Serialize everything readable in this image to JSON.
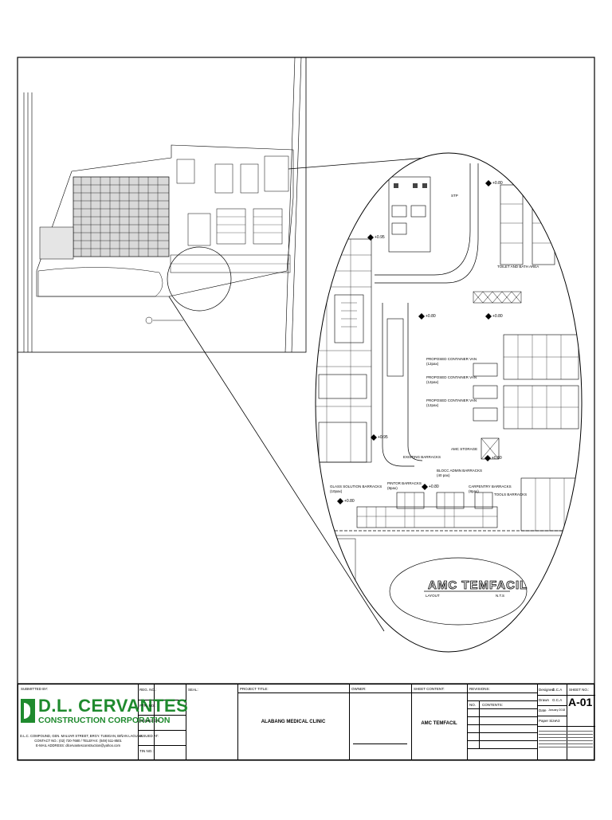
{
  "drawing": {
    "callout_title": "AMC TEMFACIL",
    "callout_sub_left": "LAYOUT",
    "callout_sub_right": "N.T.S",
    "elevations": [
      "+0.80",
      "+0.95",
      "+0.80",
      "+0.80",
      "+0.95",
      "+0.80",
      "+0.80",
      "+0.80"
    ],
    "labels": {
      "stp": "STP",
      "toilet": "TOILET AND BATH AREA",
      "container1": "PROPOSED CONTAINER VAN",
      "container1_cap": "(12pax)",
      "container2": "PROPOSED CONTAINER VAN",
      "container2_cap": "(12pax)",
      "container3": "PROPOSED CONTAINER VAN",
      "container3_cap": "(12pax)",
      "amc_storage": "AMC STORAGE",
      "existing_barracks": "EXISTING BARRACKS",
      "block_admin": "BLOCC ADMIN BARRACKS",
      "block_admin_cap": "(40 pax)",
      "glass": "GLASS SOLUTION BARRACKS",
      "glass_cap": "(10pax)",
      "pintor": "PINTOR BARRACKS",
      "pintor_cap": "(8pax)",
      "carpentry": "CARPENTRY BARRACKS",
      "carpentry_cap": "(8pax)",
      "tools": "TOOLS BARRACKS"
    }
  },
  "title_block": {
    "submitted_by": "SUBMITTED BY:",
    "company_name": "D.L. CERVANTES",
    "company_sub": "CONSTRUCTION CORPORATION",
    "address": "D.L.C. COMPOUND, GEN. MALVAR STREET, BRGY. TUBIGAN, BIÑAN LAGUNA",
    "contact": "CONTACT NO.: (02) 720-7680 / TELEFAX: (049) 511-8501",
    "email": "E-MAIL ADDRESS: dlcervantesconstruction@yahoo.com",
    "reg_no": "REG. NO.:",
    "ptr_no": "PTR. NO.:",
    "issued_on": "ISSUED ON:",
    "issued_at": "ISSUED AT:",
    "tin_no": "TIN NO.:",
    "seal": "SEAL:",
    "project_title_label": "PROJECT TITLE:",
    "project_title": "ALABANG MEDICAL CLINIC",
    "owner_label": "OWNER:",
    "sheet_content_label": "SHEET CONTENT:",
    "sheet_content": "AMC TEMFACIL",
    "revisions_label": "REVISIONS:",
    "no_label": "NO.",
    "contents_label": "CONTENTS:",
    "designed": "Designed",
    "designed_val": "G.C.A",
    "drawn": "Drawn",
    "drawn_val": "G.C.A",
    "date": "Date",
    "date_val": "January 2018",
    "paper_size": "Paper Size",
    "paper_size_val": "A3",
    "sheet_no_label": "SHEET NO.:",
    "sheet_no": "A-01"
  }
}
